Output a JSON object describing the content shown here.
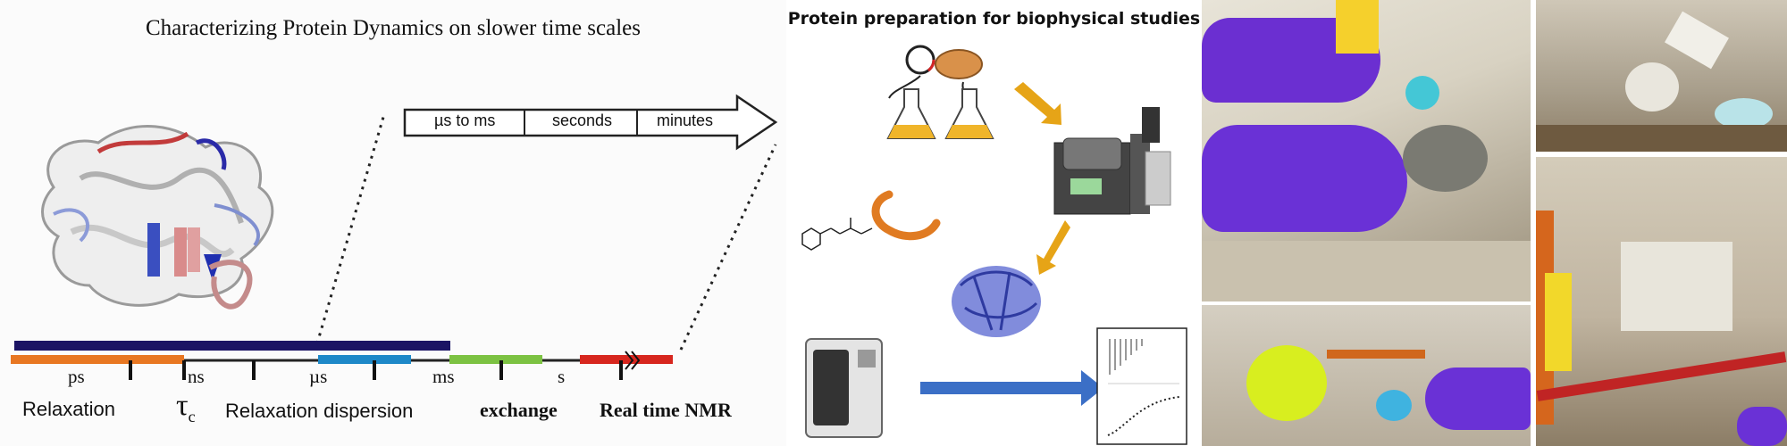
{
  "left_panel": {
    "title": "Characterizing Protein Dynamics on slower time scales",
    "arrow_segments": [
      "µs to ms",
      "seconds",
      "minutes"
    ],
    "scale_ticks": [
      "ps",
      "ns",
      "µs",
      "ms",
      "s"
    ],
    "method_labels": {
      "relaxation": "Relaxation",
      "tau": "τ",
      "tau_sub": "c",
      "relaxation_dispersion": "Relaxation  dispersion",
      "exchange": "exchange",
      "realtime": "Real time NMR"
    },
    "colors": {
      "bar_navy": "#1b1464",
      "orange": "#e87722",
      "blue": "#1e88c8",
      "green": "#7cc242",
      "red": "#d7261e"
    }
  },
  "middle_panel": {
    "title": "Protein preparation for biophysical studies",
    "arrow_color": "#e6a417",
    "big_arrow_color": "#3b6fc6"
  },
  "right_panel": {
    "photos": [
      "glove-pipetting-photo",
      "rotary-evaporator-photo",
      "yellow-flask-photo",
      "fume-hood-photo"
    ]
  }
}
